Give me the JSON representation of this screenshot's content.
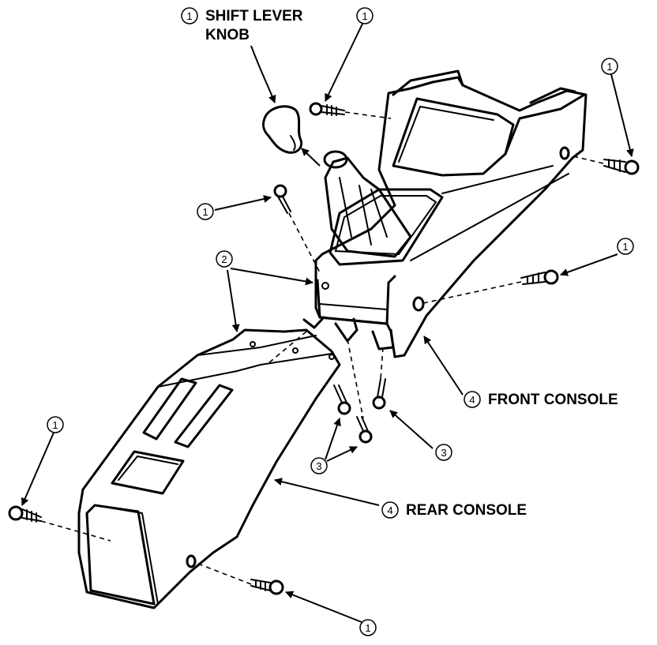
{
  "colors": {
    "ink": "#000000",
    "paper": "#ffffff"
  },
  "labels": {
    "shift_knob_line1": "SHIFT LEVER",
    "shift_knob_line2": "KNOB",
    "front_console": "FRONT CONSOLE",
    "rear_console": "REAR CONSOLE"
  },
  "callouts": {
    "c1": "1",
    "c2": "2",
    "c3": "3",
    "c4": "4"
  }
}
